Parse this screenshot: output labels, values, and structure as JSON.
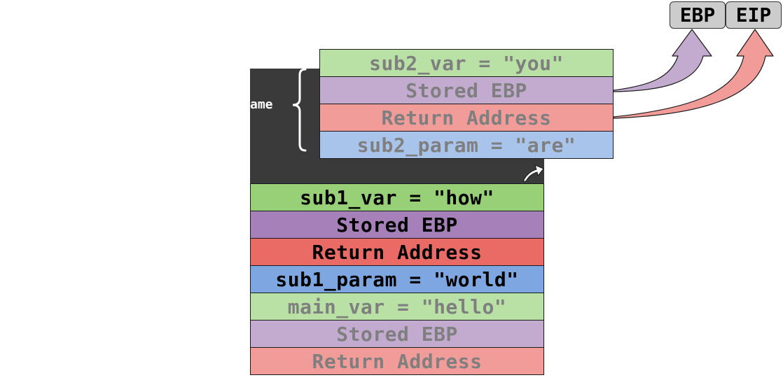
{
  "frame_label": "ame",
  "registers": [
    "EBP",
    "EIP"
  ],
  "sub2_frame": [
    {
      "label": "sub2_var = \"you\"",
      "role": "var",
      "color": "#b9e0a5"
    },
    {
      "label": "Stored EBP",
      "role": "ebp",
      "color": "#c3abd0"
    },
    {
      "label": "Return Address",
      "role": "ret",
      "color": "#f19c99"
    },
    {
      "label": "sub2_param = \"are\"",
      "role": "param",
      "color": "#a9c4eb"
    }
  ],
  "stack": [
    {
      "label": "sub1_var = \"how\"",
      "state": "active",
      "color": "#97d077"
    },
    {
      "label": "Stored EBP",
      "state": "active",
      "color": "#a680b8"
    },
    {
      "label": "Return Address",
      "state": "active",
      "color": "#ea6b66"
    },
    {
      "label": "sub1_param = \"world\"",
      "state": "active",
      "color": "#7ea6e0"
    },
    {
      "label": "main_var = \"hello\"",
      "state": "faded",
      "color": "#b9e0a5"
    },
    {
      "label": "Stored EBP",
      "state": "faded",
      "color": "#c3abd0"
    },
    {
      "label": "Return Address",
      "state": "faded",
      "color": "#f19c99"
    }
  ],
  "colors": {
    "panel": "#3a3a3a",
    "register_box": "#cccccc",
    "ebp_arrow": "#c3abd0",
    "eip_arrow": "#f19c99"
  }
}
